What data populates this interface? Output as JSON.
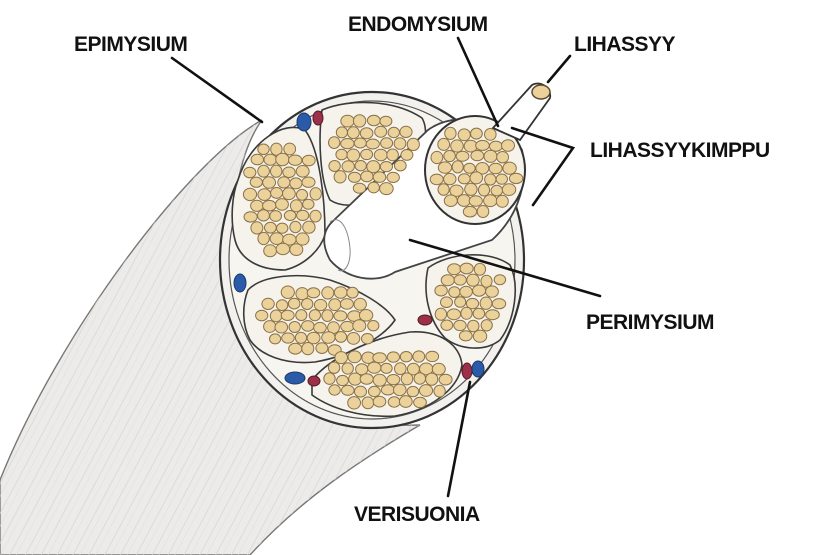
{
  "labels": {
    "epimysium": "EPIMYSIUM",
    "endomysium": "ENDOMYSIUM",
    "lihassyy": "LIHASSYY",
    "lihassyykimppu": "LIHASSYYKIMPPU",
    "perimysium": "PERIMYSIUM",
    "verisuonia": "VERISUONIA"
  },
  "colors": {
    "fiber_fill": "#ead29a",
    "fiber_outline": "#8a7048",
    "fascicle_fill": "#f6f3ec",
    "muscle_body": "#ecebe9",
    "artery": "#9c3048",
    "vein": "#2a5aa8",
    "text": "#111111"
  }
}
